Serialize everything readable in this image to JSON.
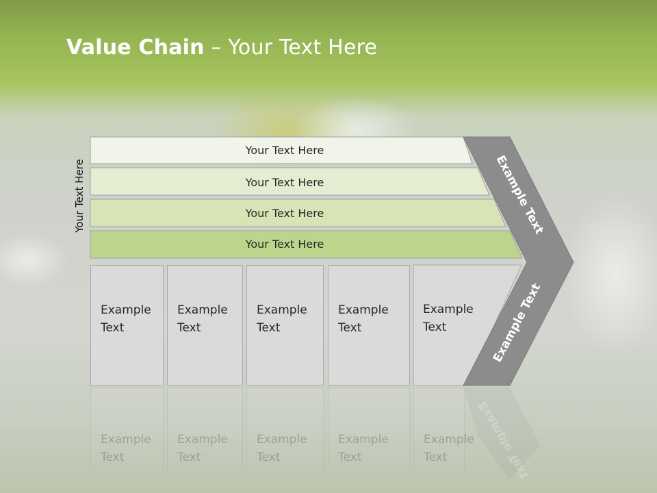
{
  "title": {
    "bold": "Value Chain",
    "rest": " – Your Text Here"
  },
  "side_label": "Your Text Here",
  "bars": [
    {
      "label": "Your Text Here",
      "fill": "#f1f4e8"
    },
    {
      "label": "Your Text Here",
      "fill": "#e4ecd1"
    },
    {
      "label": "Your Text Here",
      "fill": "#d7e4b6"
    },
    {
      "label": "Your Text Here",
      "fill": "#bcd58c"
    }
  ],
  "boxes": [
    {
      "line1": "Example",
      "line2": "Text"
    },
    {
      "line1": "Example",
      "line2": "Text"
    },
    {
      "line1": "Example",
      "line2": "Text"
    },
    {
      "line1": "Example",
      "line2": "Text"
    },
    {
      "line1": "Example",
      "line2": "Text"
    }
  ],
  "chevron": {
    "upper_label": "Example Text",
    "lower_label": "Example Text",
    "fill": "#8c8c8c"
  },
  "colors": {
    "title": "#ffffff",
    "box_fill": "#dadada",
    "bar_stroke": "#a0a0a0"
  }
}
